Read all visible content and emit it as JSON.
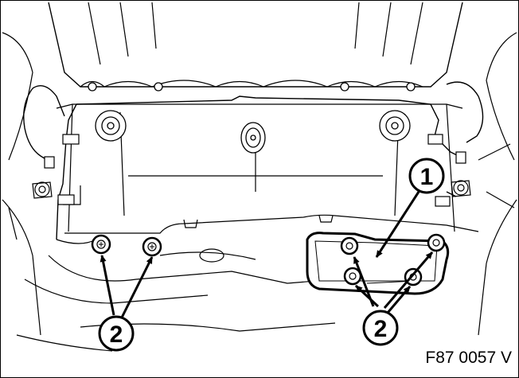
{
  "callouts": [
    {
      "label": "1"
    },
    {
      "label": "2"
    },
    {
      "label": "2"
    }
  ],
  "figure_code": "F87 0057 V",
  "colors": {
    "line": "#000000",
    "background": "#ffffff"
  }
}
